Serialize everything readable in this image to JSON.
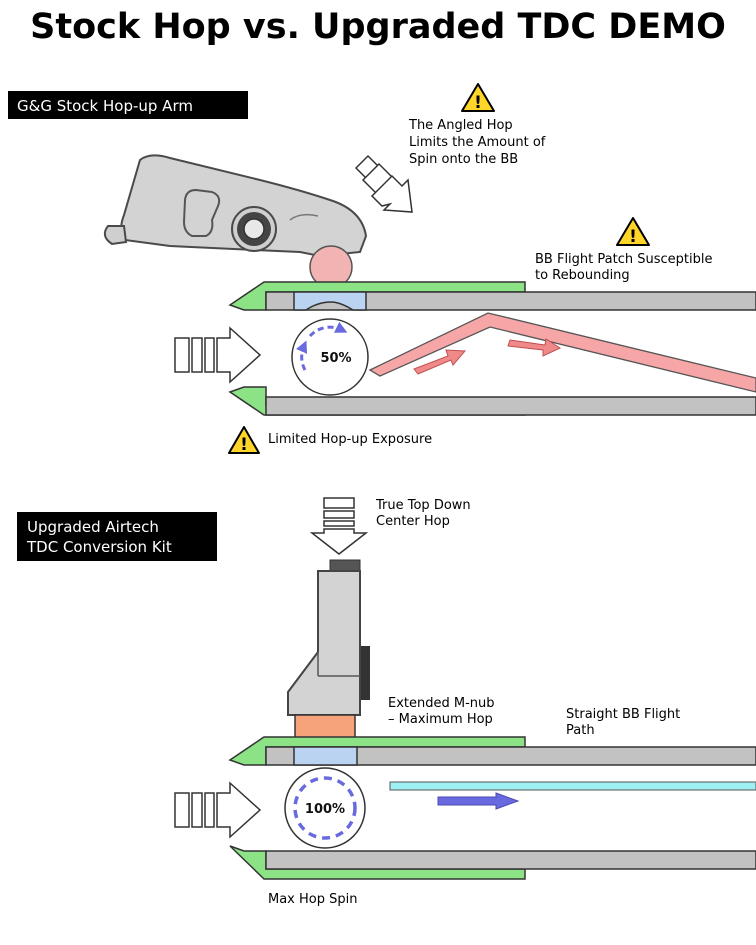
{
  "title": "Stock Hop vs. Upgraded TDC DEMO",
  "stock": {
    "tag": "G&G Stock Hop-up Arm",
    "angled_note": [
      "The Angled Hop",
      "Limits the Amount of",
      "Spin onto the BB"
    ],
    "flight_note": [
      "BB Flight Patch Susceptible",
      "to Rebounding"
    ],
    "exposure_note": "Limited Hop-up Exposure",
    "spin_label": "50%"
  },
  "tdc": {
    "tag_lines": [
      "Upgraded Airtech",
      "TDC Conversion Kit"
    ],
    "top_note": [
      "True Top Down",
      "Center Hop"
    ],
    "mnub_note": [
      "Extended M-nub",
      "– Maximum Hop"
    ],
    "flight_note": [
      "Straight BB Flight",
      "Path"
    ],
    "spin_note": "Max Hop Spin",
    "spin_label": "100%"
  },
  "colors": {
    "green": "#8be386",
    "barrel": "#c2c2c2",
    "rubber": "#b9d3f0",
    "ball": "#f2b3b3",
    "nub": "#f6a37c",
    "red_path": "#f6a6a6",
    "blue_path": "#9ff0f2",
    "spin_arrow": "#6a6ae0",
    "warning": "#ffd52a"
  },
  "icons": [
    "warning-icon",
    "air-arrow-icon",
    "spin-arrow-icon"
  ]
}
